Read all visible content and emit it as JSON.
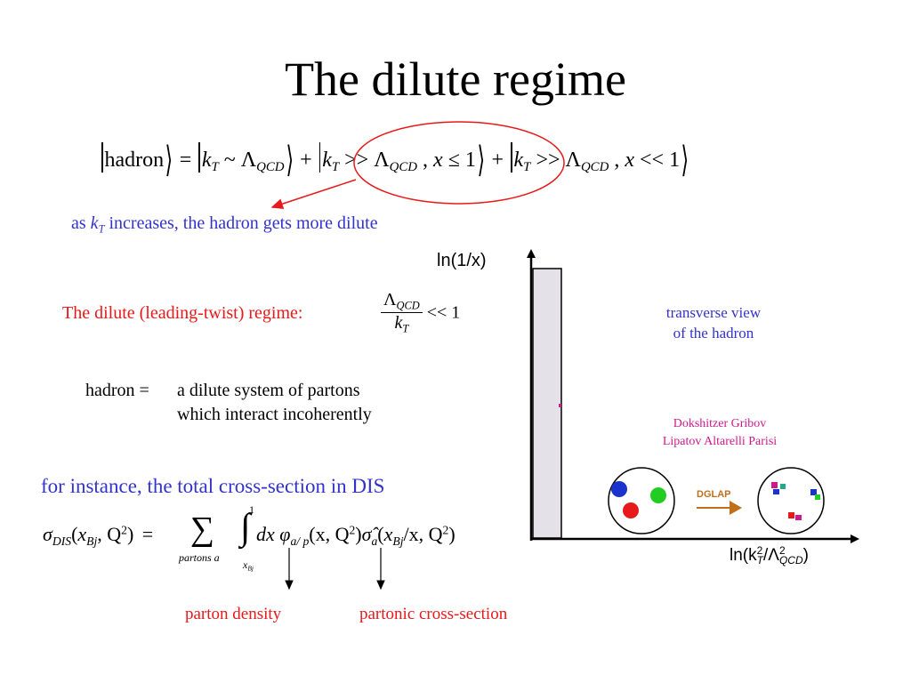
{
  "title": "The dilute regime",
  "equation": {
    "hadron": "hadron",
    "eq": "=",
    "term1": {
      "k": "k",
      "sub": "T",
      "rel": "~",
      "lambda": "Λ",
      "qcd": "QCD"
    },
    "plus": "+",
    "term2": {
      "k": "k",
      "sub": "T",
      "rel": ">>",
      "lambda": "Λ",
      "qcd": "QCD",
      "comma": ",",
      "x": "x",
      "cond": "≤ 1"
    },
    "term3": {
      "k": "k",
      "sub": "T",
      "rel": ">>",
      "lambda": "Λ",
      "qcd": "QCD",
      "comma": ",",
      "x": "x",
      "cond": "<< 1"
    }
  },
  "annotation": {
    "pre": "as",
    "k": "k",
    "sub": "T",
    "post": "increases, the hadron gets more dilute"
  },
  "regime": {
    "label": "The dilute (leading-twist) regime:",
    "num": "Λ",
    "num_sub": "QCD",
    "den": "k",
    "den_sub": "T",
    "rel": "<< 1"
  },
  "definition": {
    "lhs": "hadron =",
    "line1": "a dilute system of partons",
    "line2": "which interact incoherently"
  },
  "instance": "for instance, the total cross-section in DIS",
  "formula": {
    "sigma": "σ",
    "dis": "DIS",
    "lp": "(",
    "x": "x",
    "bj": "Bj",
    "q": ", Q",
    "two": "2",
    "rp": ")",
    "eq": "=",
    "sum": "∑",
    "sum_sub": "partons a",
    "int": "∫",
    "int_up": "1",
    "int_lo_x": "x",
    "int_lo_bj": "Bj",
    "dx": "dx",
    "phi": "φ",
    "phi_sub": "a/ p",
    "args1": "(x, Q",
    "args1_end": ")",
    "sigmahat": "σ̂",
    "a": "a",
    "args2a": "(",
    "args2x": "x",
    "args2bj": "Bj",
    "args2b": "/x, Q",
    "args2_end": ")"
  },
  "labels": {
    "density": "parton density",
    "partonic": "partonic cross-section"
  },
  "figure": {
    "yaxis": "ln(1/x)",
    "xaxis_pre": "ln(k",
    "xaxis_t": "T",
    "xaxis_2a": "2",
    "xaxis_mid": "/Λ",
    "xaxis_qcd": "QCD",
    "xaxis_2b": "2",
    "xaxis_post": ")",
    "transverse1": "transverse view",
    "transverse2": "of the hadron",
    "dglap1": "Dokshitzer Gribov",
    "dglap2": "Lipatov Altarelli Parisi",
    "dglap_tag": "DGLAP"
  },
  "colors": {
    "blue": "#3333cc",
    "red": "#e8191a",
    "magenta": "#cc1a8c",
    "green": "#22cc22",
    "parton_blue": "#1a33cc"
  }
}
